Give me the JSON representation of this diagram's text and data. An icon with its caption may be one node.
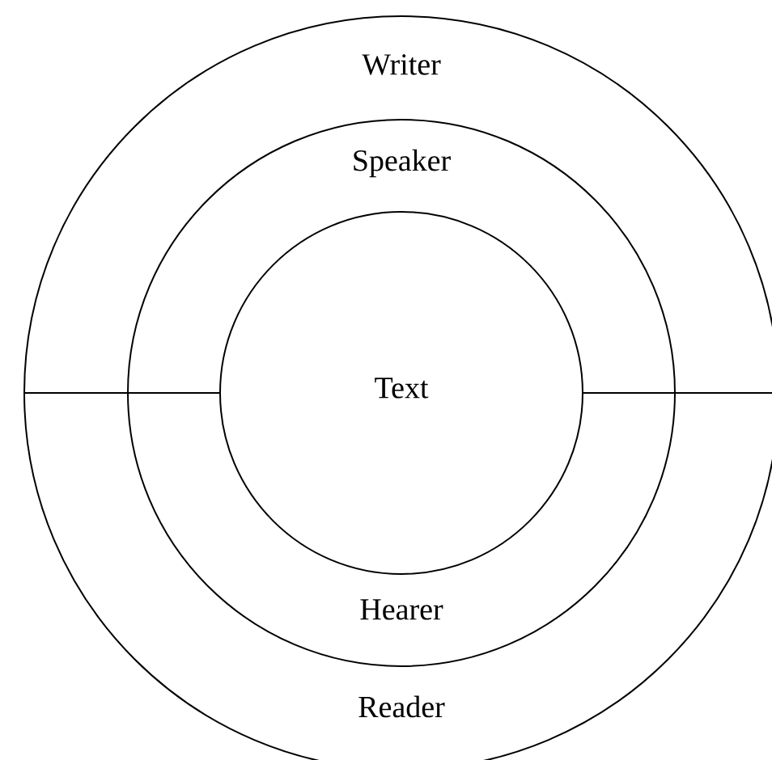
{
  "diagram": {
    "nodes": [
      {
        "text": [
          "Writer",
          "Reader"
        ]
      },
      {
        "text": [
          "Speaker",
          "Hearer"
        ],
        "in": 0
      },
      {
        "text": [
          "Text"
        ],
        "in": 1
      }
    ]
  }
}
